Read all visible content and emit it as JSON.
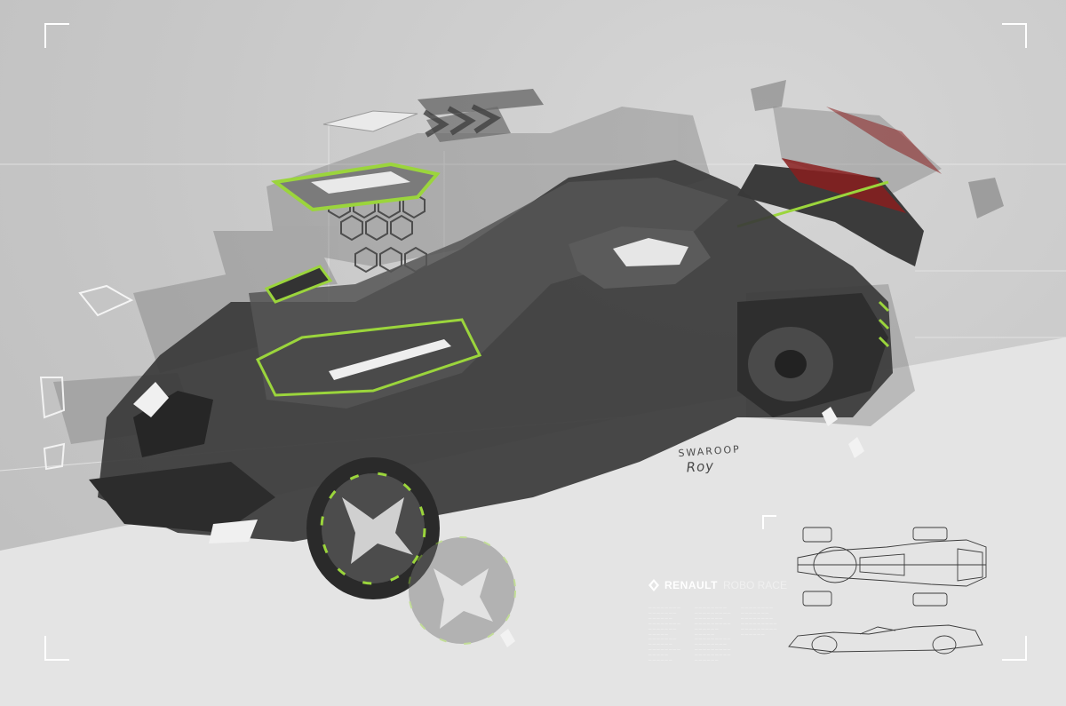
{
  "artwork": {
    "subject": "Renault Robo Race exploded concept car sketch",
    "accent_color": "#9bd53c",
    "tail_light_color": "#8a1f1f",
    "body_color": "#3a3a3a"
  },
  "signature": {
    "line1": "SWAROOP",
    "line2": "Roy"
  },
  "brand": {
    "logo_icon": "renault-diamond-icon",
    "name": "RENAULT",
    "subtitle": "ROBO RACE"
  }
}
